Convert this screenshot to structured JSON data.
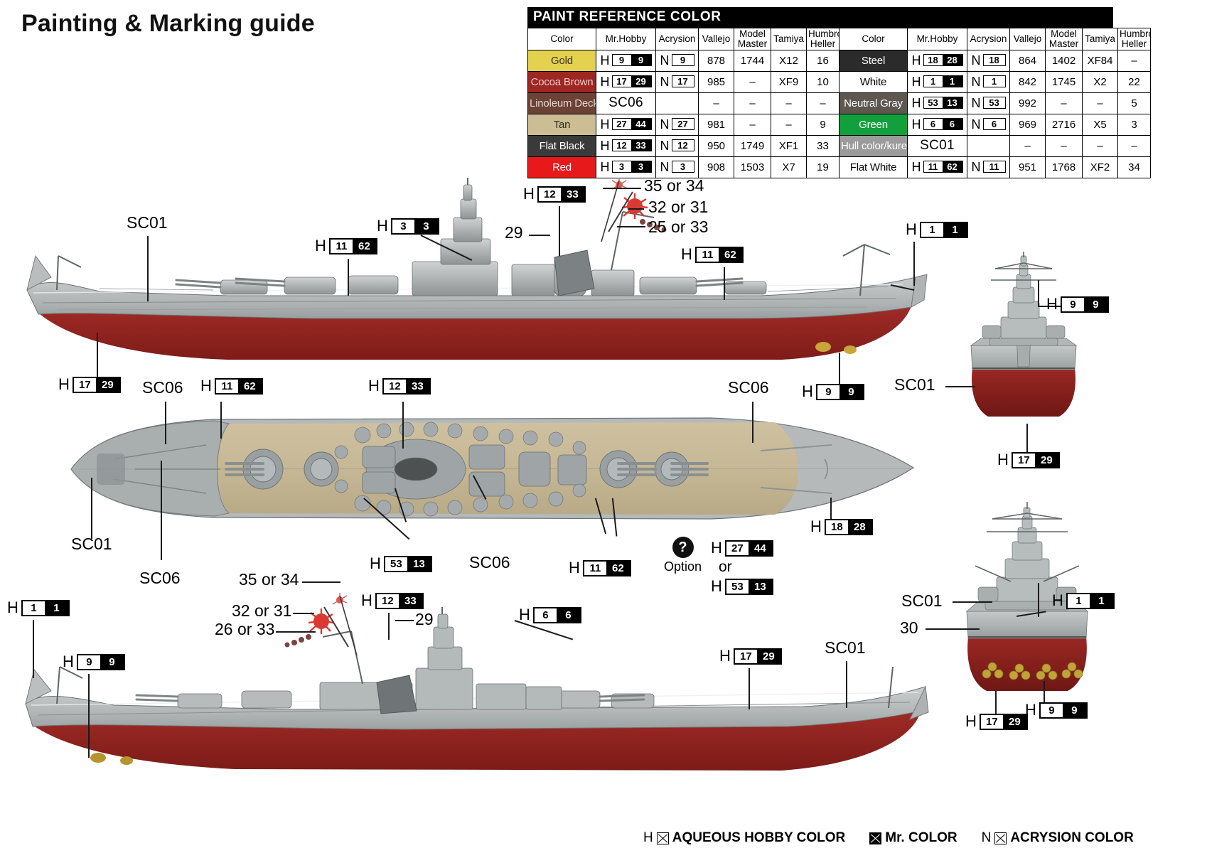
{
  "page": {
    "title": "Painting & Marking guide"
  },
  "paint_table": {
    "title": "PAINT  REFERENCE COLOR",
    "headers": [
      "Color",
      "Mr.Hobby",
      "Acrysion",
      "Vallejo",
      "Model Master",
      "Tamiya",
      "Humbrol Heller"
    ],
    "header_model_master_l1": "Model",
    "header_model_master_l2": "Master",
    "header_humbrol_l1": "Humbrol",
    "header_humbrol_l2": "Heller",
    "left_rows": [
      {
        "color": "Gold",
        "bg": "#e3d14f",
        "fg": "#3a3520",
        "hobby_pfx": "H",
        "hobby_w": "9",
        "hobby_b": "9",
        "acry_pfx": "N",
        "acry": "9",
        "vallejo": "878",
        "model_master": "1744",
        "tamiya": "X12",
        "humbrol": "16"
      },
      {
        "color": "Cocoa Brown",
        "bg": "#9d2722",
        "fg": "#f0c9c6",
        "hobby_pfx": "H",
        "hobby_w": "17",
        "hobby_b": "29",
        "acry_pfx": "N",
        "acry": "17",
        "vallejo": "985",
        "model_master": "–",
        "tamiya": "XF9",
        "humbrol": "10"
      },
      {
        "color": "Linoleum Deck",
        "bg": "#6b4236",
        "fg": "#e9d3c8",
        "sc_code": "SC06",
        "acry_pfx": "",
        "acry": "",
        "vallejo": "–",
        "model_master": "–",
        "tamiya": "–",
        "humbrol": "–"
      },
      {
        "color": "Tan",
        "bg": "#cdbd94",
        "fg": "#2b2a21",
        "hobby_pfx": "H",
        "hobby_w": "27",
        "hobby_b": "44",
        "acry_pfx": "N",
        "acry": "27",
        "vallejo": "981",
        "model_master": "–",
        "tamiya": "–",
        "humbrol": "9"
      },
      {
        "color": "Flat Black",
        "bg": "#3a3a3a",
        "fg": "#ffffff",
        "hobby_pfx": "H",
        "hobby_w": "12",
        "hobby_b": "33",
        "acry_pfx": "N",
        "acry": "12",
        "vallejo": "950",
        "model_master": "1749",
        "tamiya": "XF1",
        "humbrol": "33"
      },
      {
        "color": "Red",
        "bg": "#e8191b",
        "fg": "#ffffff",
        "hobby_pfx": "H",
        "hobby_w": "3",
        "hobby_b": "3",
        "acry_pfx": "N",
        "acry": "3",
        "vallejo": "908",
        "model_master": "1503",
        "tamiya": "X7",
        "humbrol": "19"
      }
    ],
    "right_rows": [
      {
        "color": "Steel",
        "bg": "#2b2b2b",
        "fg": "#ffffff",
        "hobby_pfx": "H",
        "hobby_w": "18",
        "hobby_b": "28",
        "acry_pfx": "N",
        "acry": "18",
        "vallejo": "864",
        "model_master": "1402",
        "tamiya": "XF84",
        "humbrol": "–"
      },
      {
        "color": "White",
        "bg": "#ffffff",
        "fg": "#000000",
        "hobby_pfx": "H",
        "hobby_w": "1",
        "hobby_b": "1",
        "acry_pfx": "N",
        "acry": "1",
        "vallejo": "842",
        "model_master": "1745",
        "tamiya": "X2",
        "humbrol": "22"
      },
      {
        "color": "Neutral Gray",
        "bg": "#5e5750",
        "fg": "#ffffff",
        "hobby_pfx": "H",
        "hobby_w": "53",
        "hobby_b": "13",
        "acry_pfx": "N",
        "acry": "53",
        "vallejo": "992",
        "model_master": "–",
        "tamiya": "–",
        "humbrol": "5"
      },
      {
        "color": "Green",
        "bg": "#12a03c",
        "fg": "#ffffff",
        "hobby_pfx": "H",
        "hobby_w": "6",
        "hobby_b": "6",
        "acry_pfx": "N",
        "acry": "6",
        "vallejo": "969",
        "model_master": "2716",
        "tamiya": "X5",
        "humbrol": "3"
      },
      {
        "color": "Hull color/kure",
        "bg": "#9b9b9b",
        "fg": "#ffffff",
        "sc_code": "SC01",
        "acry_pfx": "",
        "acry": "",
        "vallejo": "–",
        "model_master": "–",
        "tamiya": "–",
        "humbrol": "–"
      },
      {
        "color": "Flat White",
        "bg": "#ffffff",
        "fg": "#000000",
        "hobby_pfx": "H",
        "hobby_w": "11",
        "hobby_b": "62",
        "acry_pfx": "N",
        "acry": "11",
        "vallejo": "951",
        "model_master": "1768",
        "tamiya": "XF2",
        "humbrol": "34"
      }
    ]
  },
  "callouts": {
    "side_top": [
      {
        "id": "sc01-bow-top",
        "text": "SC01",
        "type": "plain"
      },
      {
        "id": "h11-62-foredeck",
        "pfx": "H",
        "w": "11",
        "b": "62",
        "type": "chip"
      },
      {
        "id": "h3-3-bridge",
        "pfx": "H",
        "w": "3",
        "b": "3",
        "type": "chip"
      },
      {
        "id": "h12-33-funnel",
        "pfx": "H",
        "w": "12",
        "b": "33",
        "type": "chip"
      },
      {
        "id": "num-29-funnel",
        "text": "29",
        "type": "plain"
      },
      {
        "id": "flag-35-34",
        "text": "35 or 34",
        "type": "plain"
      },
      {
        "id": "flag-32-31",
        "text": "32 or 31",
        "type": "plain"
      },
      {
        "id": "flag-25-33",
        "text": "25 or 33",
        "type": "plain"
      },
      {
        "id": "h11-62-aft",
        "pfx": "H",
        "w": "11",
        "b": "62",
        "type": "chip"
      },
      {
        "id": "h1-1-mast",
        "pfx": "H",
        "w": "1",
        "b": "1",
        "type": "chip"
      },
      {
        "id": "h17-29-hull",
        "pfx": "H",
        "w": "17",
        "b": "29",
        "type": "chip"
      },
      {
        "id": "h9-9-prop",
        "pfx": "H",
        "w": "9",
        "b": "9",
        "type": "chip"
      }
    ],
    "plan": [
      {
        "id": "sc06-left",
        "text": "SC06",
        "type": "plain"
      },
      {
        "id": "h11-62-plan-fwd",
        "pfx": "H",
        "w": "11",
        "b": "62",
        "type": "chip"
      },
      {
        "id": "h12-33-plan",
        "pfx": "H",
        "w": "12",
        "b": "33",
        "type": "chip"
      },
      {
        "id": "sc06-right",
        "text": "SC06",
        "type": "plain"
      },
      {
        "id": "sc01-plan-bow",
        "text": "SC01",
        "type": "plain"
      },
      {
        "id": "sc06-plan-bottom",
        "text": "SC06",
        "type": "plain"
      },
      {
        "id": "h53-13-plan",
        "pfx": "H",
        "w": "53",
        "b": "13",
        "type": "chip"
      },
      {
        "id": "sc06-plan-mid",
        "text": "SC06",
        "type": "plain"
      },
      {
        "id": "h11-62-plan-aft",
        "pfx": "H",
        "w": "11",
        "b": "62",
        "type": "chip"
      },
      {
        "id": "h18-28-plan-stern",
        "pfx": "H",
        "w": "18",
        "b": "28",
        "type": "chip"
      },
      {
        "id": "h27-44-option",
        "pfx": "H",
        "w": "27",
        "b": "44",
        "type": "chip"
      },
      {
        "id": "h53-13-option",
        "pfx": "H",
        "w": "53",
        "b": "13",
        "type": "chip"
      }
    ],
    "option": {
      "symbol": "?",
      "label": "Option",
      "or_text": "or"
    },
    "side_bottom": [
      {
        "id": "h1-1-bl-mast",
        "pfx": "H",
        "w": "1",
        "b": "1",
        "type": "chip"
      },
      {
        "id": "h9-9-bl-prop",
        "pfx": "H",
        "w": "9",
        "b": "9",
        "type": "chip"
      },
      {
        "id": "bl-flag-35-34",
        "text": "35 or 34",
        "type": "plain"
      },
      {
        "id": "bl-flag-32-31",
        "text": "32 or 31",
        "type": "plain"
      },
      {
        "id": "bl-flag-26-33",
        "text": "26 or 33",
        "type": "plain"
      },
      {
        "id": "h12-33-bl-funnel",
        "pfx": "H",
        "w": "12",
        "b": "33",
        "type": "chip"
      },
      {
        "id": "bl-num-29",
        "text": "29",
        "type": "plain"
      },
      {
        "id": "h6-6-bl",
        "pfx": "H",
        "w": "6",
        "b": "6",
        "type": "chip"
      },
      {
        "id": "h17-29-bl-hull",
        "pfx": "H",
        "w": "17",
        "b": "29",
        "type": "chip"
      },
      {
        "id": "sc01-bl",
        "text": "SC01",
        "type": "plain"
      }
    ],
    "front_view": [
      {
        "id": "h9-9-front",
        "pfx": "H",
        "w": "9",
        "b": "9",
        "type": "chip"
      },
      {
        "id": "sc01-front",
        "text": "SC01",
        "type": "plain"
      },
      {
        "id": "h17-29-front",
        "pfx": "H",
        "w": "17",
        "b": "29",
        "type": "chip"
      }
    ],
    "rear_view": [
      {
        "id": "h1-1-rear",
        "pfx": "H",
        "w": "1",
        "b": "1",
        "type": "chip"
      },
      {
        "id": "sc01-rear",
        "text": "SC01",
        "type": "plain"
      },
      {
        "id": "num-30-rear",
        "text": "30",
        "type": "plain"
      },
      {
        "id": "h17-29-rear",
        "pfx": "H",
        "w": "17",
        "b": "29",
        "type": "chip"
      },
      {
        "id": "h9-9-rear",
        "pfx": "H",
        "w": "9",
        "b": "9",
        "type": "chip"
      }
    ]
  },
  "legend": {
    "aqueous_pfx": "H",
    "aqueous": "AQUEOUS HOBBY COLOR",
    "mr_color": "Mr. COLOR",
    "acrysion_pfx": "N",
    "acrysion": "ACRYSION COLOR"
  }
}
